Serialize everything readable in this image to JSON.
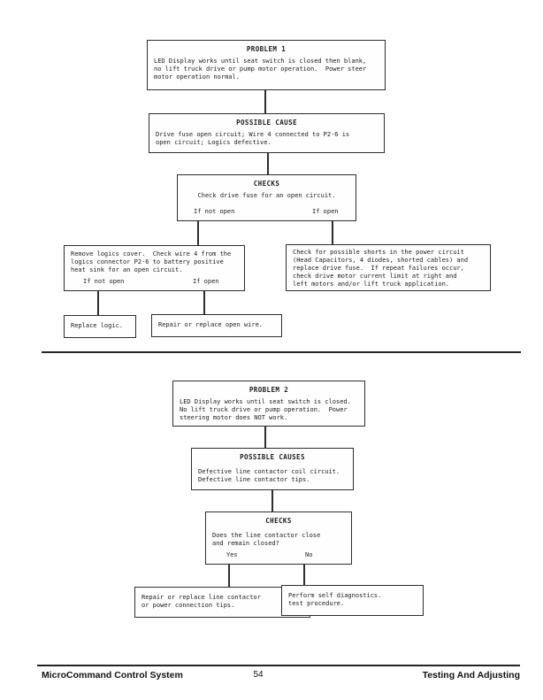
{
  "chart1": {
    "problem": {
      "title": "PROBLEM 1",
      "body": "LED Display works until seat switch is closed then blank,\nno lift truck drive or pump motor operation.  Power steer\nmotor operation normal."
    },
    "cause": {
      "title": "POSSIBLE CAUSE",
      "body": "Drive fuse open circuit; Wire 4 connected to P2-6 is\nopen circuit; Logics defective."
    },
    "checks": {
      "title": "CHECKS",
      "body": "Check drive fuse for an open circuit.",
      "branch_left": "If not open",
      "branch_right": "If open"
    },
    "wire_check": {
      "body": "Remove logics cover.  Check wire 4 from the\nlogics connector P2-6 to battery positive\nheat sink for an open circuit.",
      "branch_left": "If not open",
      "branch_right": "If open"
    },
    "shorts_action": {
      "body": "Check for possible shorts in the power circuit\n(Head Capacitors, 4 diodes, shorted cables) and\nreplace drive fuse.  If repeat failures occur,\ncheck drive motor current limit at right and\nleft motors and/or lift truck application."
    },
    "replace_logic": {
      "body": "Replace logic."
    },
    "repair_wire": {
      "body": "Repair or replace open wire."
    }
  },
  "chart2": {
    "problem": {
      "title": "PROBLEM 2",
      "body": "LED Display works until seat switch is closed.\nNo lift truck drive or pump operation.  Power\nsteering motor does NOT work."
    },
    "cause": {
      "title": "POSSIBLE CAUSES",
      "body": "Defective line contactor coil circuit.\nDefective line contactor tips."
    },
    "checks": {
      "title": "CHECKS",
      "body": "Does the line contactor close\nand remain closed?",
      "branch_left": "Yes",
      "branch_right": "No"
    },
    "repair_contactor": {
      "body": "Repair or replace line contactor\nor power connection tips."
    },
    "self_diagnostics": {
      "body": "Perform self diagnostics.\ntest procedure."
    }
  },
  "footer": {
    "product": "MicroCommand Control System",
    "page_number": "54",
    "section": "Testing And Adjusting"
  }
}
